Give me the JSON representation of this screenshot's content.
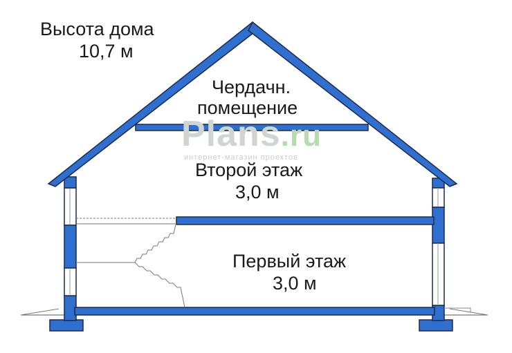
{
  "labels": {
    "house_height_title": "Высота дома",
    "house_height_value": "10,7 м",
    "attic_line1": "Чердачн.",
    "attic_line2": "помещение",
    "second_floor_title": "Второй этаж",
    "second_floor_value": "3,0 м",
    "first_floor_title": "Первый этаж",
    "first_floor_value": "3,0 м"
  },
  "watermark": {
    "brand": "Plans",
    "domain": ".ru",
    "tagline": "интернет-магазин проектов"
  },
  "colors": {
    "structure_fill": "#2f6fd0",
    "structure_outline": "#1c2a4a",
    "wall_fill": "#ffffff",
    "text": "#1a1a1a"
  }
}
